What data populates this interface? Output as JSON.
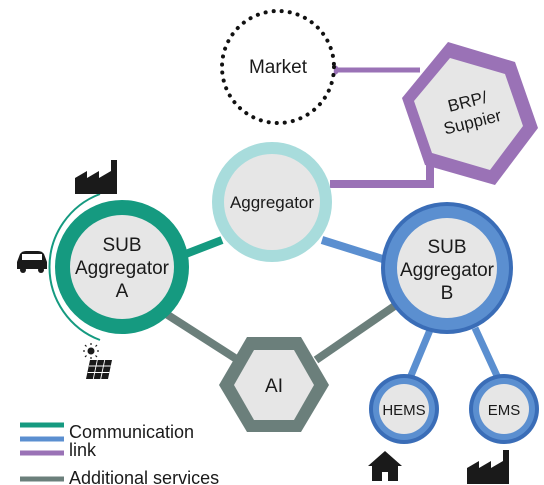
{
  "nodes": {
    "market": "Market",
    "brp_line1": "BRP/",
    "brp_line2": "Suppier",
    "aggregator": "Aggregator",
    "sub_a_line1": "SUB",
    "sub_a_line2": "Aggregator",
    "sub_a_line3": "A",
    "sub_b_line1": "SUB",
    "sub_b_line2": "Aggregator",
    "sub_b_line3": "B",
    "ai": "AI",
    "hems": "HEMS",
    "ems": "EMS"
  },
  "legend": {
    "communication_line1": "Communication",
    "communication_line2": "link",
    "additional_services": "Additional services"
  },
  "colors": {
    "teal": "#159a80",
    "blue": "#5b8fd0",
    "purple": "#9a72b6",
    "gray": "#6b7f7b",
    "light_teal": "#a8dcdc",
    "node_fill": "#e6e6e6",
    "icon": "#1a1a1a"
  },
  "icons": {
    "factory_top": "factory-icon",
    "car": "car-icon",
    "solar": "solar-panel-icon",
    "house": "house-icon",
    "factory_bottom": "factory-icon"
  }
}
